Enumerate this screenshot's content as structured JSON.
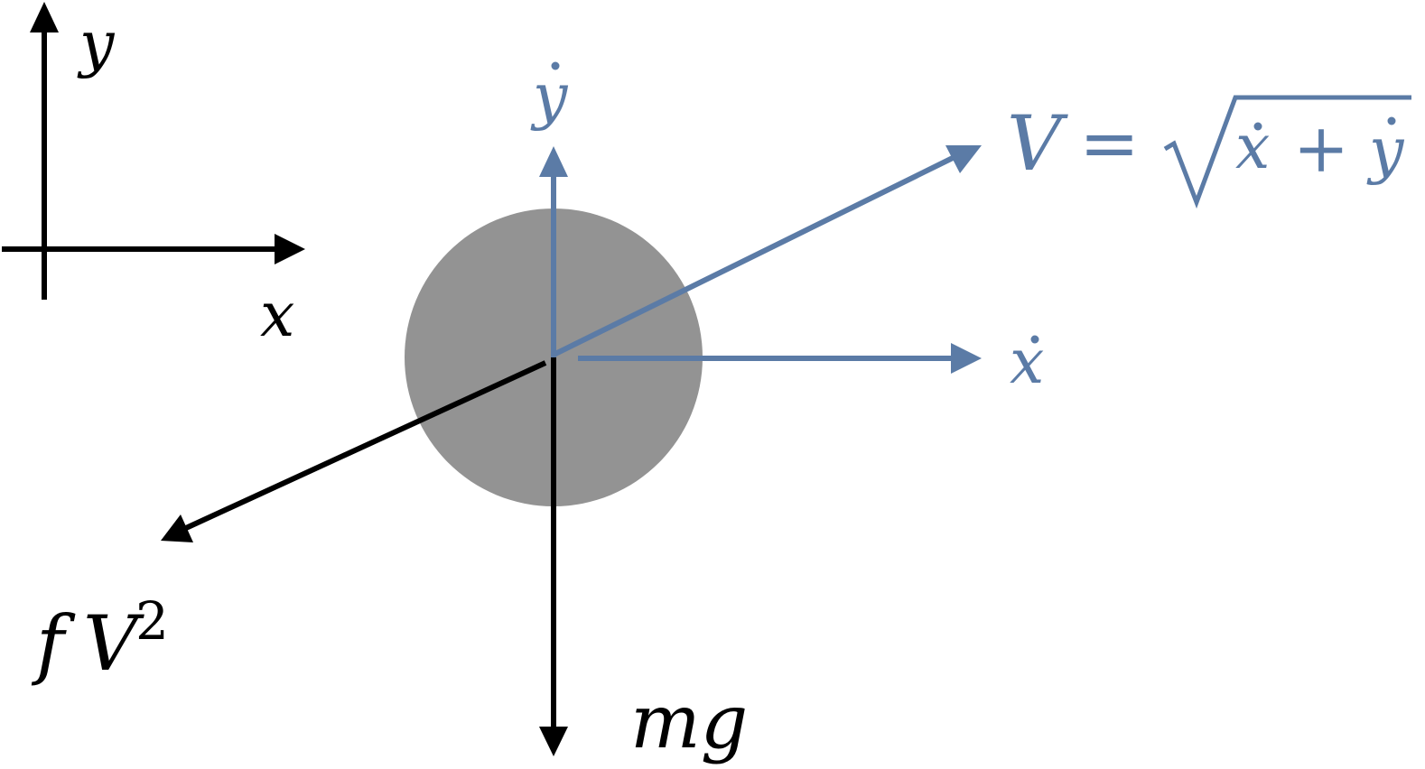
{
  "colors": {
    "black": "#000000",
    "blue": "#5b7ba6",
    "body": "#939393",
    "background": "#ffffff"
  },
  "axes": {
    "x_label": "x",
    "y_label": "y"
  },
  "velocity": {
    "x_dot_label": "x",
    "y_dot_label": "y",
    "dot": "˙",
    "V_symbol": "V",
    "equals": "=",
    "plus": "+",
    "formula_x": "x",
    "formula_y": "y"
  },
  "forces": {
    "drag_f": "f",
    "drag_V": "V",
    "drag_exp": "2",
    "gravity": "mg"
  }
}
